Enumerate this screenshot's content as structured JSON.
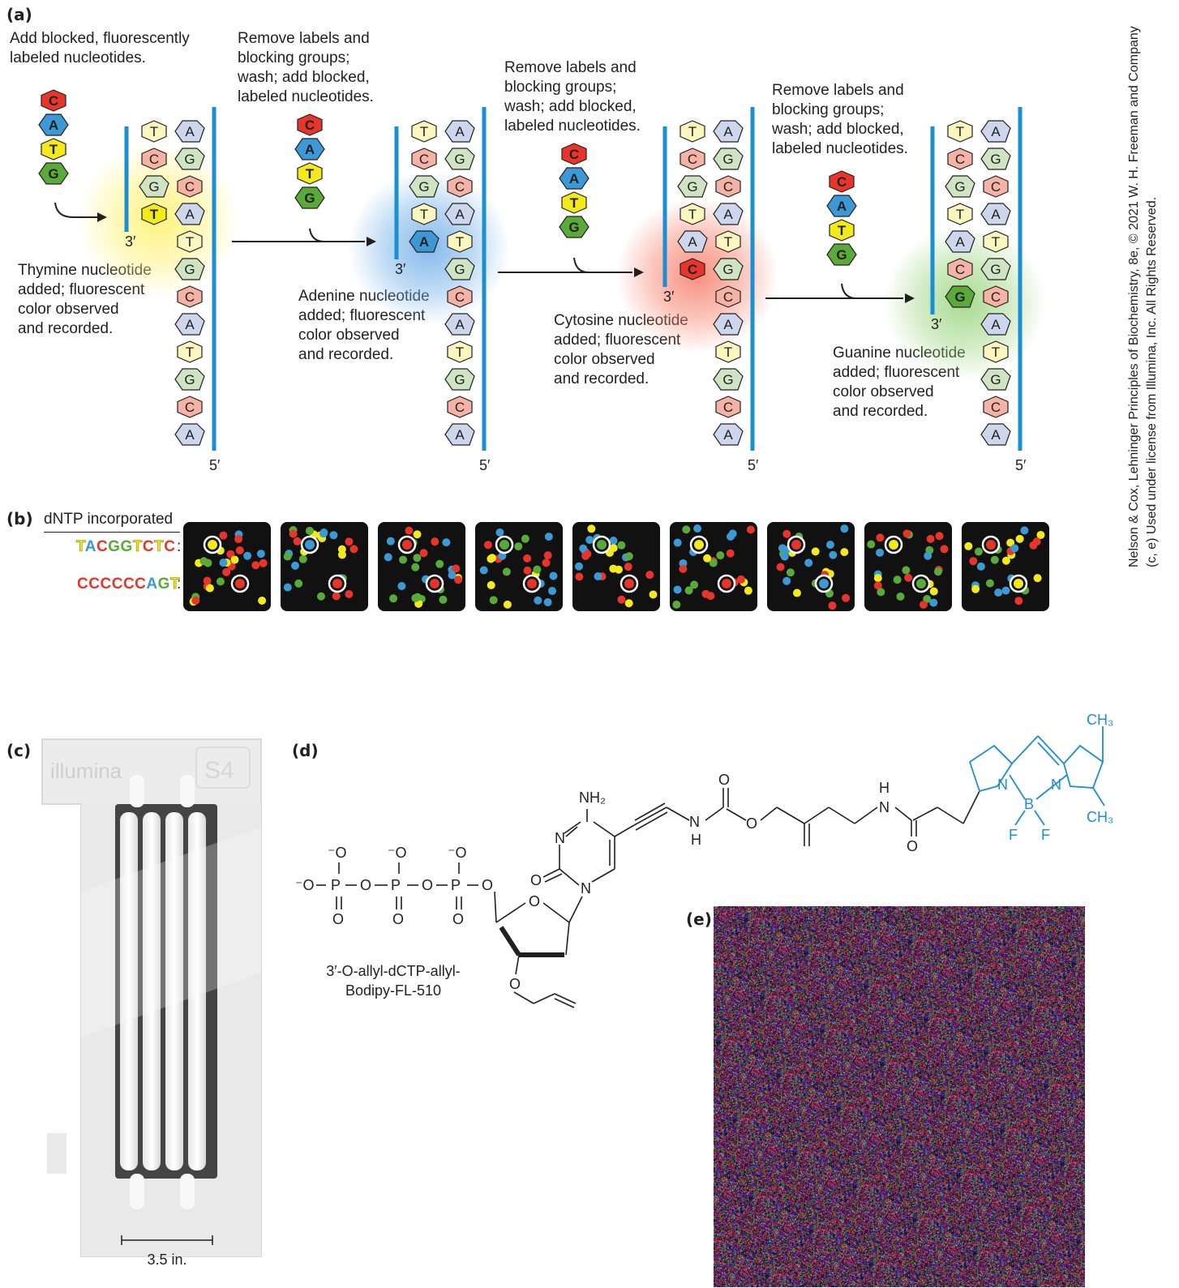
{
  "panel_a": {
    "label": "(a)",
    "captions": [
      "Add blocked, fluorescently\nlabeled nucleotides.",
      "Remove labels and\nblocking groups;\nwash; add blocked,\nlabeled nucleotides.",
      "Remove labels and\nblocking groups;\nwash; add blocked,\nlabeled nucleotides.",
      "Remove labels and\nblocking groups;\nwash; add blocked,\nlabeled nucleotides."
    ],
    "results": [
      "Thymine nucleotide\nadded; fluorescent\ncolor observed\nand recorded.",
      "Adenine nucleotide\nadded; fluorescent\ncolor observed\nand recorded.",
      "Cytosine nucleotide\nadded; fluorescent\ncolor observed\nand recorded.",
      "Guanine nucleotide\nadded; fluorescent\ncolor observed\nand recorded."
    ],
    "end_3": "3′",
    "end_5": "5′",
    "template_bases": [
      "A",
      "G",
      "C",
      "A",
      "T",
      "G",
      "C",
      "A",
      "T",
      "G",
      "C",
      "A"
    ],
    "step_new_bases": [
      [
        "T",
        "C",
        "G",
        "T"
      ],
      [
        "T",
        "C",
        "G",
        "T",
        "A"
      ],
      [
        "T",
        "C",
        "G",
        "T",
        "A",
        "C"
      ],
      [
        "T",
        "C",
        "G",
        "T",
        "A",
        "C",
        "G"
      ]
    ],
    "palette": [
      "C",
      "A",
      "T",
      "G"
    ],
    "colors": {
      "A": "#3b9ad6",
      "C": "#e8352b",
      "G": "#5aaa3a",
      "T": "#f2ea1b",
      "A_light": "#ccd6ec",
      "C_light": "#f4b3a4",
      "G_light": "#cfe4c3",
      "T_light": "#fbf6bd",
      "strand": "#1b8fd1"
    },
    "glow_colors": [
      "#fff27a",
      "#7fb6ea",
      "#f78a77",
      "#a3d88a"
    ]
  },
  "panel_b": {
    "label": "(b)",
    "header": "dNTP incorporated",
    "seq1": "TACGGTCTC",
    "seq2": "CCCCCCAGT",
    "seq1_colors": [
      "#e8352b",
      "#3b9ad6",
      "#e8352b",
      "#5aaa3a",
      "#5aaa3a",
      "#e8352b",
      "#e8352b",
      "#e8352b",
      "#e8352b"
    ],
    "colon": ":",
    "upper_circled": [
      "Y",
      "B",
      "R",
      "G",
      "G",
      "Y",
      "R",
      "Y",
      "R"
    ],
    "lower_circled": [
      "R",
      "R",
      "R",
      "R",
      "R",
      "R",
      "B",
      "G",
      "Y"
    ]
  },
  "panel_c": {
    "label": "(c)",
    "brand": "illumina",
    "model": "S4",
    "scale": "3.5 in."
  },
  "panel_d": {
    "label": "(d)",
    "name": "3′-O-allyl-dCTP-allyl-\nBodipy-FL-510",
    "atoms": {
      "o_minus": "⁻O",
      "O": "O",
      "P": "P",
      "N": "N",
      "H": "H",
      "NH2": "NH₂",
      "B": "B",
      "F": "F",
      "CH3": "CH₃"
    }
  },
  "panel_e": {
    "label": "(e)"
  },
  "credit": "Nelson & Cox, Lehninger Principles of Biochemistry, 8e, © 2021 W. H. Freeman and Company\n(c, e) Used under license from Illumina, Inc. All Rights Reserved."
}
